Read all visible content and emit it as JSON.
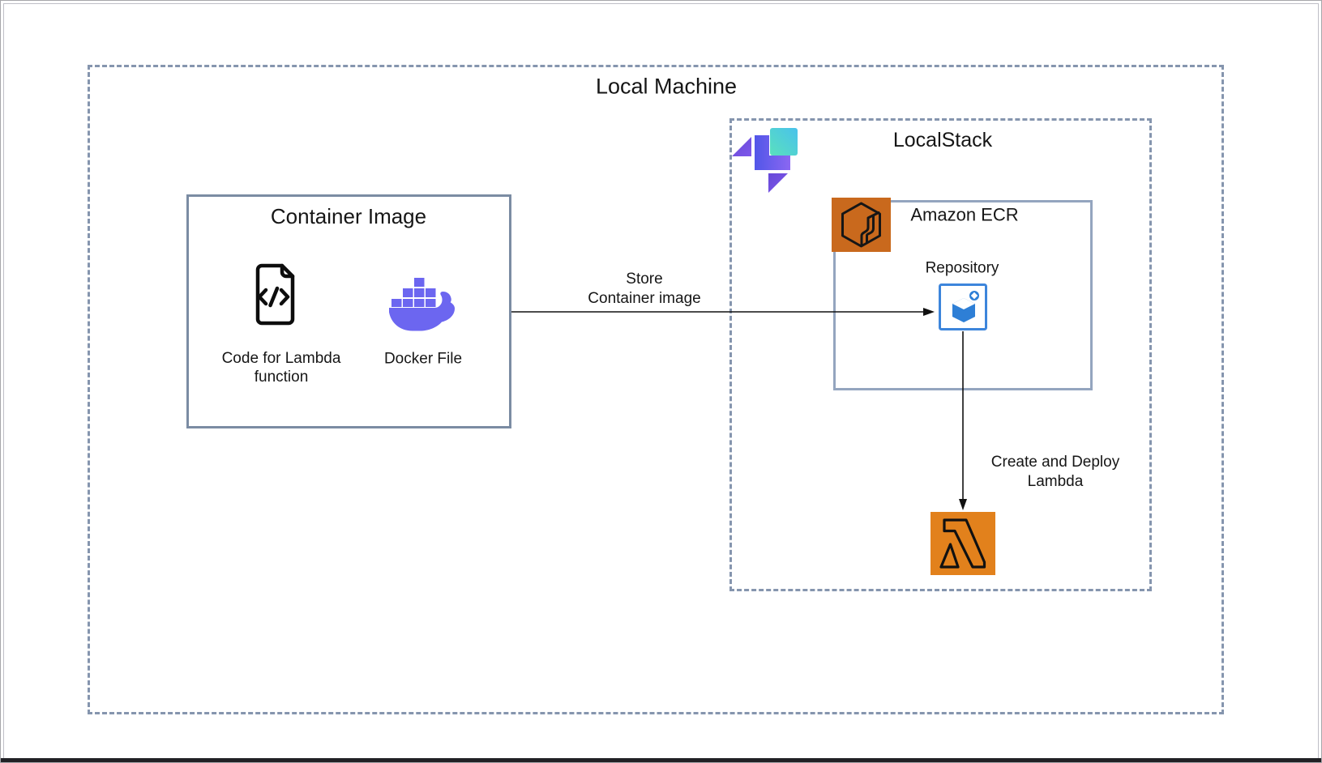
{
  "diagram": {
    "local_machine": {
      "title": "Local Machine"
    },
    "container_image": {
      "title": "Container Image",
      "code_file_label": "Code for Lambda\nfunction",
      "docker_label": "Docker File"
    },
    "localstack": {
      "title": "LocalStack",
      "ecr": {
        "title": "Amazon ECR",
        "repository_label": "Repository"
      }
    },
    "flows": {
      "store_label": "Store\nContainer image",
      "deploy_label": "Create and Deploy\nLambda"
    },
    "icons": {
      "code_file": "code-file-icon",
      "docker_whale": "docker-whale-icon",
      "localstack_logo": "localstack-logo",
      "ecr_service": "amazon-ecr-icon",
      "ecr_repository": "ecr-repository-icon",
      "lambda": "aws-lambda-icon"
    },
    "colors": {
      "dashed_border": "#8595ae",
      "container_box_border": "#7b8ca3",
      "ecr_box_border": "#94a5bf",
      "ecr_orange": "#c9691d",
      "lambda_orange": "#e2811c",
      "docker_purple": "#6c66f0",
      "repo_blue": "#2e7fd6",
      "repo_border_blue": "#3d85db",
      "localstack_teal": "#4fc7e8",
      "localstack_purple": "#6f52e0",
      "text": "#161616"
    }
  }
}
